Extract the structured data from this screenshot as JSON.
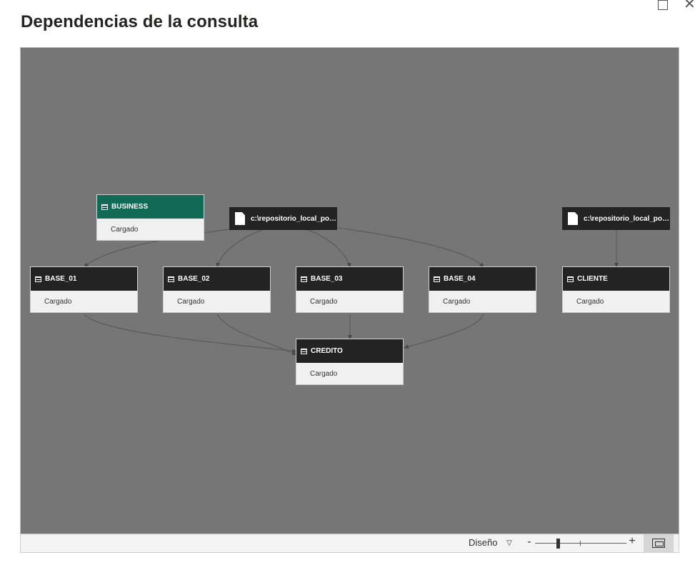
{
  "dialog": {
    "title": "Dependencias de la consulta",
    "maximize_icon": "□",
    "close_icon": "✕"
  },
  "nodes": {
    "business": {
      "name": "BUSINESS",
      "status": "Cargado"
    },
    "base01": {
      "name": "BASE_01",
      "status": "Cargado"
    },
    "base02": {
      "name": "BASE_02",
      "status": "Cargado"
    },
    "base03": {
      "name": "BASE_03",
      "status": "Cargado"
    },
    "base04": {
      "name": "BASE_04",
      "status": "Cargado"
    },
    "cliente": {
      "name": "CLIENTE",
      "status": "Cargado"
    },
    "credito": {
      "name": "CREDITO",
      "status": "Cargado"
    }
  },
  "sources": {
    "source1": {
      "name": "c:\\repositorio_local_pow..."
    },
    "source2": {
      "name": "c:\\repositorio_local_pow..."
    }
  },
  "statusbar": {
    "layout_label": "Diseño",
    "layout_dropdown_icon": "▽",
    "zoom_out": "-",
    "zoom_in": "+"
  },
  "colors": {
    "canvas": "#767676",
    "node_header": "#232323",
    "selected_header": "#106a56",
    "edge": "#555555"
  }
}
